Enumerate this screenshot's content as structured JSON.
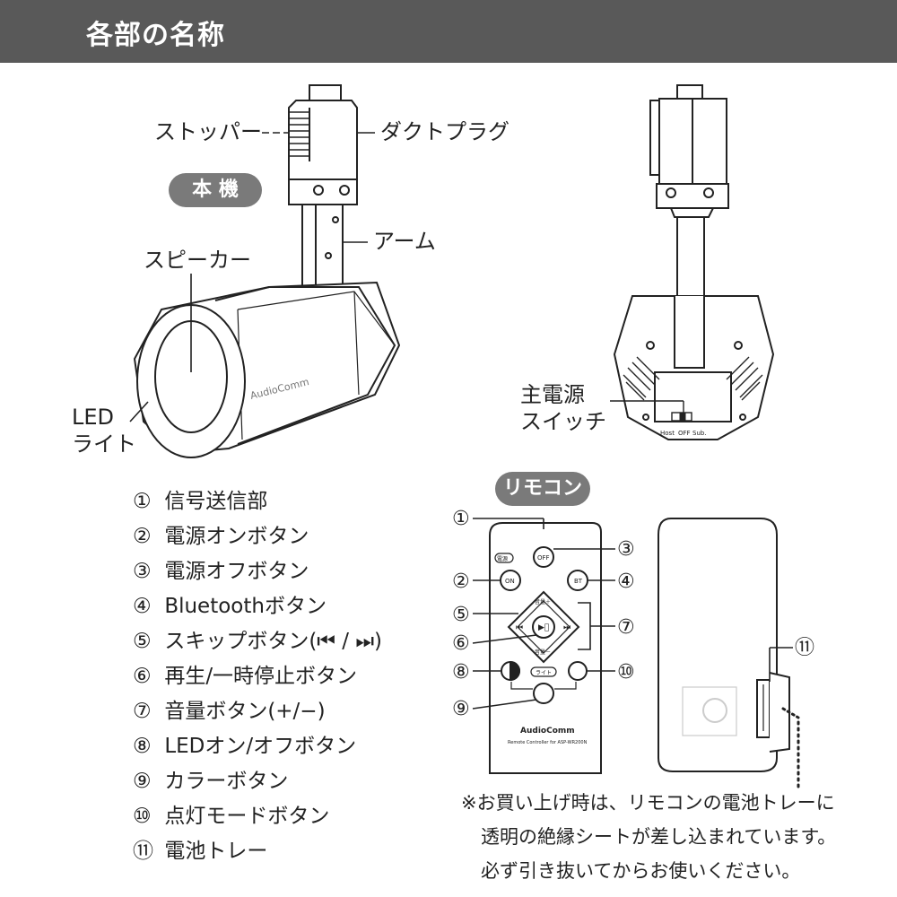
{
  "header": {
    "title": "各部の名称"
  },
  "main_unit": {
    "badge": "本 機",
    "labels": {
      "stopper": "ストッパー",
      "duct_plug": "ダクトプラグ",
      "arm": "アーム",
      "speaker": "スピーカー",
      "led_line1": "LED",
      "led_line2": "ライト",
      "brand": "AudioComm",
      "main_switch_line1": "主電源",
      "main_switch_line2": "スイッチ",
      "switch_positions": [
        "Host",
        "OFF",
        "Sub."
      ]
    }
  },
  "remote": {
    "badge": "リモコン",
    "brand": "AudioComm",
    "model": "Remote Controller for ASP-WR200N",
    "buttons": {
      "power_label": "電源",
      "on": "ON",
      "off": "OFF",
      "bt": "BT",
      "vol_up": "音量＋",
      "vol_down": "音量－",
      "light_label": "ライト"
    },
    "callouts": [
      "①",
      "②",
      "③",
      "④",
      "⑤",
      "⑥",
      "⑦",
      "⑧",
      "⑨",
      "⑩",
      "⑪"
    ]
  },
  "parts_list": [
    {
      "num": "①",
      "text": "信号送信部"
    },
    {
      "num": "②",
      "text": "電源オンボタン"
    },
    {
      "num": "③",
      "text": "電源オフボタン"
    },
    {
      "num": "④",
      "text": "Bluetoothボタン"
    },
    {
      "num": "⑤",
      "text": "スキップボタン(⏮ / ⏭)"
    },
    {
      "num": "⑥",
      "text": "再生/一時停止ボタン"
    },
    {
      "num": "⑦",
      "text": "音量ボタン(+/−)"
    },
    {
      "num": "⑧",
      "text": "LEDオン/オフボタン"
    },
    {
      "num": "⑨",
      "text": "カラーボタン"
    },
    {
      "num": "⑩",
      "text": "点灯モードボタン"
    },
    {
      "num": "⑪",
      "text": "電池トレー"
    }
  ],
  "note": {
    "line1": "※お買い上げ時は、リモコンの電池トレーに",
    "line2": "透明の絶縁シートが差し込まれています。",
    "line3": "必ず引き抜いてからお使いください。"
  }
}
